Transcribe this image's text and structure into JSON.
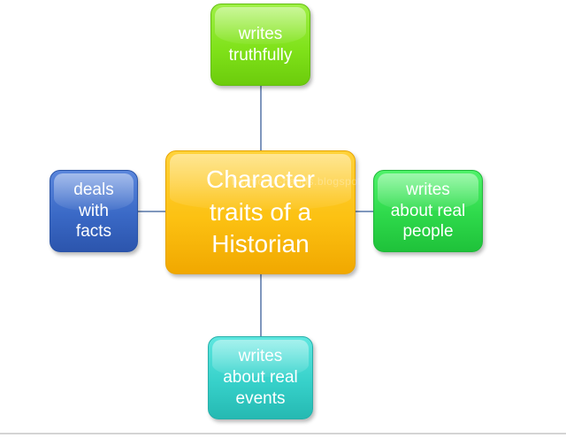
{
  "diagram": {
    "center": {
      "label": "Character\ntraits of a\nHistorian",
      "color": "#fcc112"
    },
    "nodes": [
      {
        "id": "top",
        "label": "writes\ntruthfully",
        "color": "#80e21a"
      },
      {
        "id": "left",
        "label": "deals\nwith\nfacts",
        "color": "#3a69c6"
      },
      {
        "id": "right",
        "label": "writes\nabout real\npeople",
        "color": "#2ed94b"
      },
      {
        "id": "bottom",
        "label": "writes\nabout real\nevents",
        "color": "#37d1ca"
      }
    ],
    "connector_color": "#7f97bd"
  },
  "watermark": {
    "text": "harmonic-hands.blogspot.com"
  }
}
